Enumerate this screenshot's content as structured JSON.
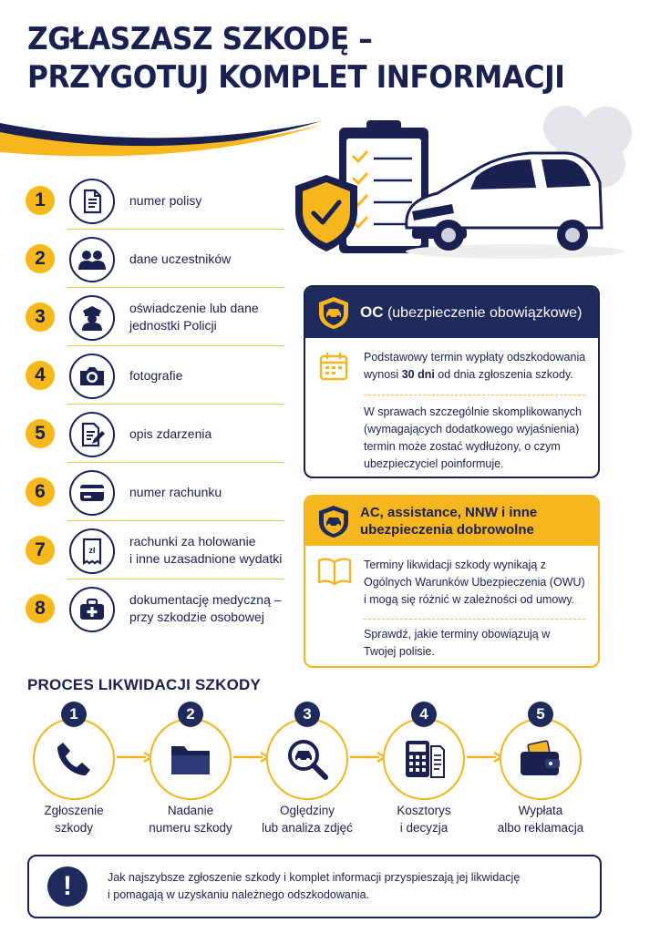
{
  "title": {
    "line1": "ZGŁASZASZ SZKODĘ –",
    "line2": "PRZYGOTUJ KOMPLET INFORMACJI"
  },
  "checklist": [
    {
      "number": "1",
      "icon": "document-icon",
      "lines": [
        "numer polisy"
      ]
    },
    {
      "number": "2",
      "icon": "people-icon",
      "lines": [
        "dane uczestników"
      ]
    },
    {
      "number": "3",
      "icon": "police-officer-icon",
      "lines": [
        "oświadczenie lub dane",
        "jednostki Policji"
      ]
    },
    {
      "number": "4",
      "icon": "camera-icon",
      "lines": [
        "fotografie"
      ]
    },
    {
      "number": "5",
      "icon": "edit-document-icon",
      "lines": [
        "opis zdarzenia"
      ]
    },
    {
      "number": "6",
      "icon": "bank-card-icon",
      "lines": [
        "numer rachunku"
      ]
    },
    {
      "number": "7",
      "icon": "receipt-icon",
      "lines": [
        "rachunki za holowanie",
        "i inne uzasadnione wydatki"
      ]
    },
    {
      "number": "8",
      "icon": "first-aid-kit-icon",
      "lines": [
        "dokumentację medyczną –",
        "przy szkodzie osobowej"
      ]
    }
  ],
  "oc_box": {
    "title_bold": "OC",
    "title_rest": "(ubezpieczenie obowiązkowe)",
    "para1_a": "Podstawowy termin wypłaty odszkodowania",
    "para1_b": "wynosi ",
    "para1_bold": "30 dni",
    "para1_c": " od dnia zgłoszenia szkody.",
    "para2": [
      "W sprawach szczególnie skomplikowanych",
      "(wymagających dodatkowego wyjaśnienia)",
      "termin może zostać wydłużony, o czym",
      "ubezpieczyciel poinformuje."
    ]
  },
  "ac_box": {
    "title": [
      "AC, assistance, NNW i inne",
      "ubezpieczenia dobrowolne"
    ],
    "para1": [
      "Terminy likwidacji szkody wynikają z",
      "Ogólnych Warunków Ubezpieczenia (OWU)",
      "i mogą się różnić w zależności od umowy."
    ],
    "para2": [
      "Sprawdź, jakie terminy obowiązują w",
      "Twojej polisie."
    ]
  },
  "process": {
    "title": "PROCES LIKWIDACJI SZKODY",
    "steps": [
      {
        "number": "1",
        "icon": "phone-icon",
        "lines": [
          "Zgłoszenie",
          "szkody"
        ]
      },
      {
        "number": "2",
        "icon": "folder-icon",
        "lines": [
          "Nadanie",
          "numeru szkody"
        ]
      },
      {
        "number": "3",
        "icon": "magnifier-car-icon",
        "lines": [
          "Oględziny",
          "lub analiza zdjęć"
        ]
      },
      {
        "number": "4",
        "icon": "calculator-icon",
        "lines": [
          "Kosztorys",
          "i decyzja"
        ]
      },
      {
        "number": "5",
        "icon": "wallet-icon",
        "lines": [
          "Wypłata",
          "albo reklamacja"
        ]
      }
    ]
  },
  "note": {
    "symbol": "!",
    "lines": [
      "Jak najszybsze zgłoszenie szkody i komplet informacji przyspieszają jej likwidację",
      "i pomagają w uzyskaniu należnego odszkodowania."
    ]
  },
  "colors": {
    "navy": "#1a2050",
    "yellow": "#f6b61e",
    "white": "#ffffff"
  }
}
